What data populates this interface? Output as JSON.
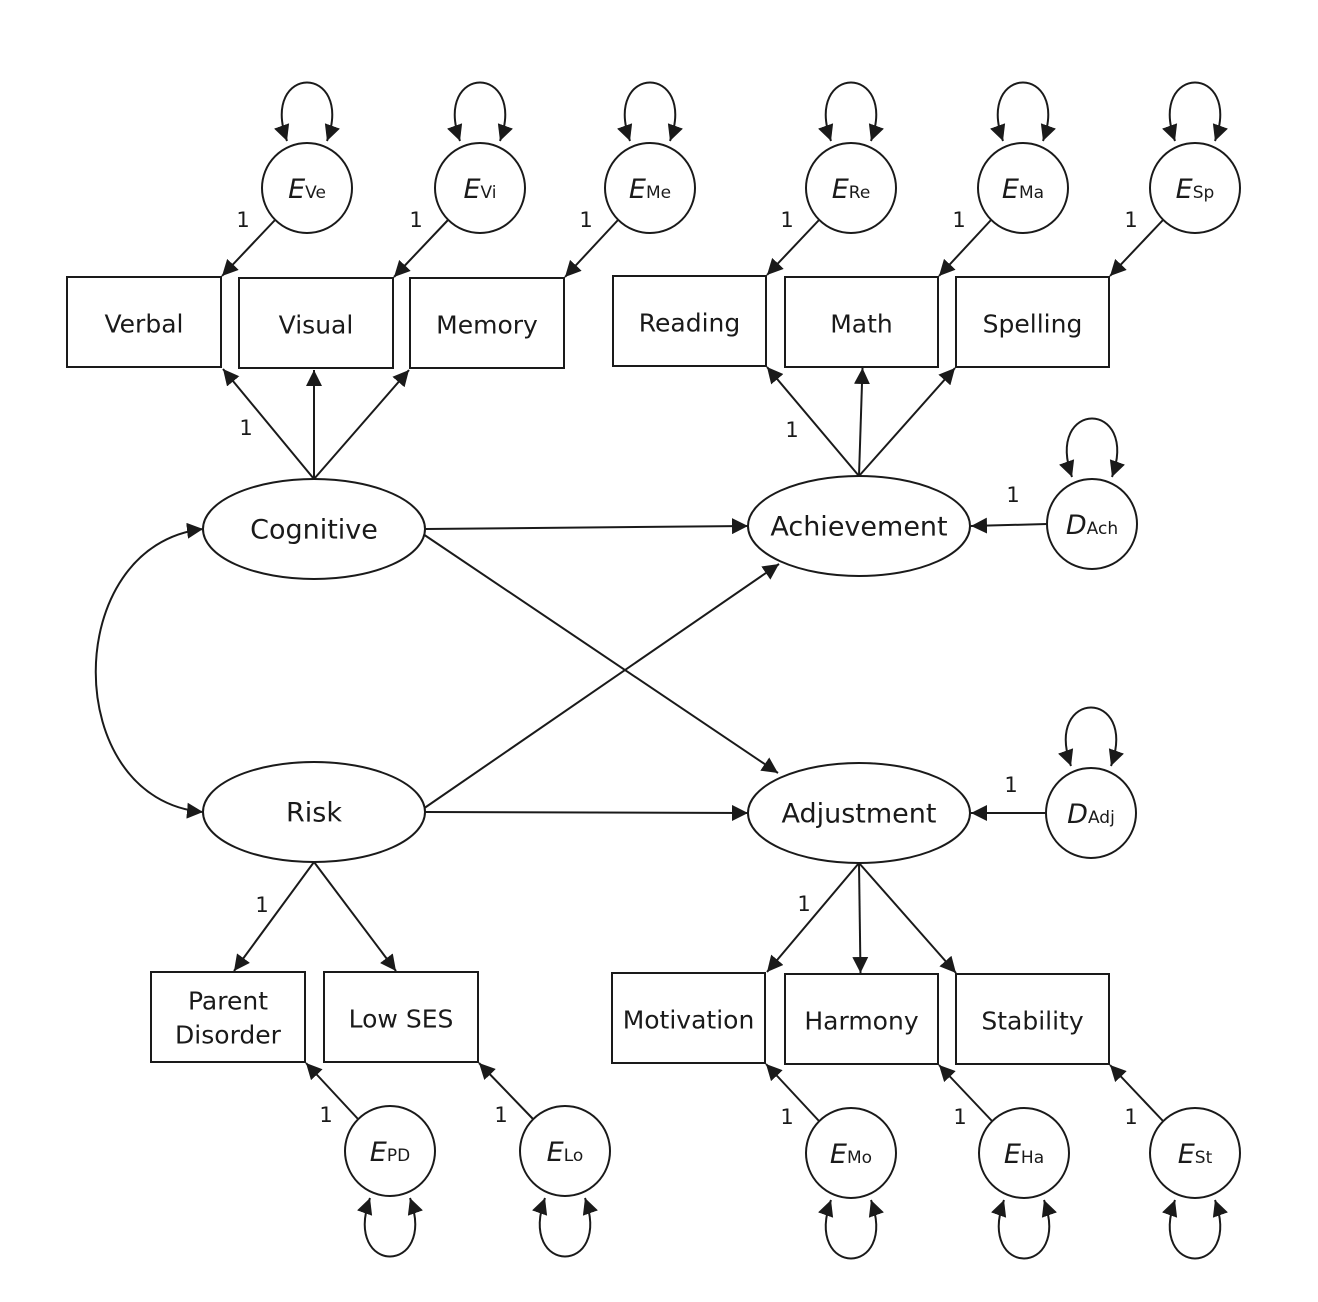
{
  "diagram": {
    "type": "structural-equation-model",
    "latent_factors": {
      "cognitive": "Cognitive",
      "achievement": "Achievement",
      "risk": "Risk",
      "adjustment": "Adjustment"
    },
    "indicators": {
      "verbal": "Verbal",
      "visual": "Visual",
      "memory": "Memory",
      "reading": "Reading",
      "math": "Math",
      "spelling": "Spelling",
      "parent_disorder_line1": "Parent",
      "parent_disorder_line2": "Disorder",
      "low_ses": "Low SES",
      "motivation": "Motivation",
      "harmony": "Harmony",
      "stability": "Stability"
    },
    "error_terms": {
      "ve": {
        "symbol": "E",
        "subscript": "Ve"
      },
      "vi": {
        "symbol": "E",
        "subscript": "Vi"
      },
      "me": {
        "symbol": "E",
        "subscript": "Me"
      },
      "re": {
        "symbol": "E",
        "subscript": "Re"
      },
      "ma": {
        "symbol": "E",
        "subscript": "Ma"
      },
      "sp": {
        "symbol": "E",
        "subscript": "Sp"
      },
      "pd": {
        "symbol": "E",
        "subscript": "PD"
      },
      "lo": {
        "symbol": "E",
        "subscript": "Lo"
      },
      "mo": {
        "symbol": "E",
        "subscript": "Mo"
      },
      "ha": {
        "symbol": "E",
        "subscript": "Ha"
      },
      "st": {
        "symbol": "E",
        "subscript": "St"
      }
    },
    "disturbances": {
      "ach": {
        "symbol": "D",
        "subscript": "Ach"
      },
      "adj": {
        "symbol": "D",
        "subscript": "Adj"
      }
    },
    "fixed_loading_label": "1",
    "paths": [
      {
        "from": "Cognitive",
        "to": "Achievement"
      },
      {
        "from": "Cognitive",
        "to": "Adjustment"
      },
      {
        "from": "Risk",
        "to": "Achievement"
      },
      {
        "from": "Risk",
        "to": "Adjustment"
      },
      {
        "from": "Cognitive",
        "to": "Risk",
        "type": "covariance"
      }
    ]
  }
}
